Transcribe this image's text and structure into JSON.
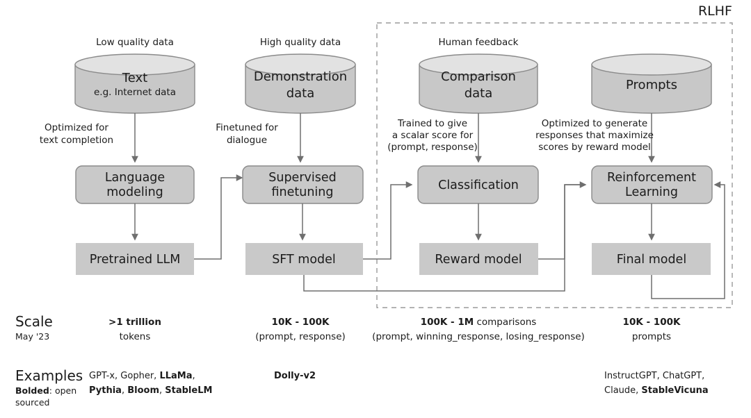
{
  "diagram": {
    "title_label": "RLHF",
    "stages": [
      {
        "id": "pretraining",
        "caption": "Low quality data",
        "dataset_title": "Text",
        "dataset_subtitle": "e.g. Internet data",
        "edge_label_lines": [
          "Optimized for",
          "text completion"
        ],
        "process": [
          "Language",
          "modeling"
        ],
        "model": "Pretrained LLM",
        "scale_bold": ">1 trillion",
        "scale_note": "tokens",
        "examples": [
          [
            {
              "text": "GPT-x, Gopher, ",
              "bold": false
            },
            {
              "text": "LLaMa",
              "bold": true
            },
            {
              "text": ",",
              "bold": false
            }
          ],
          [
            {
              "text": "Pythia",
              "bold": true
            },
            {
              "text": ", ",
              "bold": false
            },
            {
              "text": "Bloom",
              "bold": true
            },
            {
              "text": ", ",
              "bold": false
            },
            {
              "text": "StableLM",
              "bold": true
            }
          ]
        ]
      },
      {
        "id": "sft",
        "caption": "High quality data",
        "dataset_title": "Demonstration",
        "dataset_subtitle": "data",
        "edge_label_lines": [
          "Finetuned for",
          "dialogue"
        ],
        "process": [
          "Supervised",
          "finetuning"
        ],
        "model": "SFT model",
        "scale_bold": "10K - 100K",
        "scale_note": "(prompt, response)",
        "examples": [
          [
            {
              "text": "Dolly-v2",
              "bold": true
            }
          ]
        ]
      },
      {
        "id": "reward-modeling",
        "caption": "Human feedback",
        "dataset_title": "Comparison",
        "dataset_subtitle": "data",
        "edge_label_lines": [
          "Trained to give",
          "a scalar score for",
          "(prompt, response)"
        ],
        "process": [
          "Classification"
        ],
        "model": "Reward model",
        "scale_bold": "100K - 1M",
        "scale_bold_suffix": " comparisons",
        "scale_note": "(prompt, winning_response, losing_response)",
        "examples": []
      },
      {
        "id": "rl-finetuning",
        "caption": "",
        "dataset_title": "Prompts",
        "dataset_subtitle": "",
        "edge_label_lines": [
          "Optimized to generate",
          "responses that maximize",
          "scores by reward model"
        ],
        "process": [
          "Reinforcement",
          "Learning"
        ],
        "model": "Final model",
        "scale_bold": "10K - 100K",
        "scale_note": "prompts",
        "examples": [
          [
            {
              "text": "InstructGPT, ChatGPT,",
              "bold": false
            }
          ],
          [
            {
              "text": "Claude, ",
              "bold": false
            },
            {
              "text": "StableVicuna",
              "bold": true
            }
          ]
        ]
      }
    ],
    "row_labels": {
      "scale": {
        "title": "Scale",
        "subtitle": "May '23"
      },
      "examples": {
        "title": "Examples",
        "subtitle_bold": "Bolded",
        "subtitle_rest": ": open",
        "subtitle_line2": "sourced"
      }
    },
    "colors": {
      "box_fill": "#c9c9c9",
      "box_stroke": "#8a8a8a",
      "cylinder_top": "#e2e2e2",
      "edge": "#6f6f6f",
      "dashed_frame": "#9a9a9a",
      "text": "#1b1b1b",
      "background": "#ffffff"
    }
  }
}
